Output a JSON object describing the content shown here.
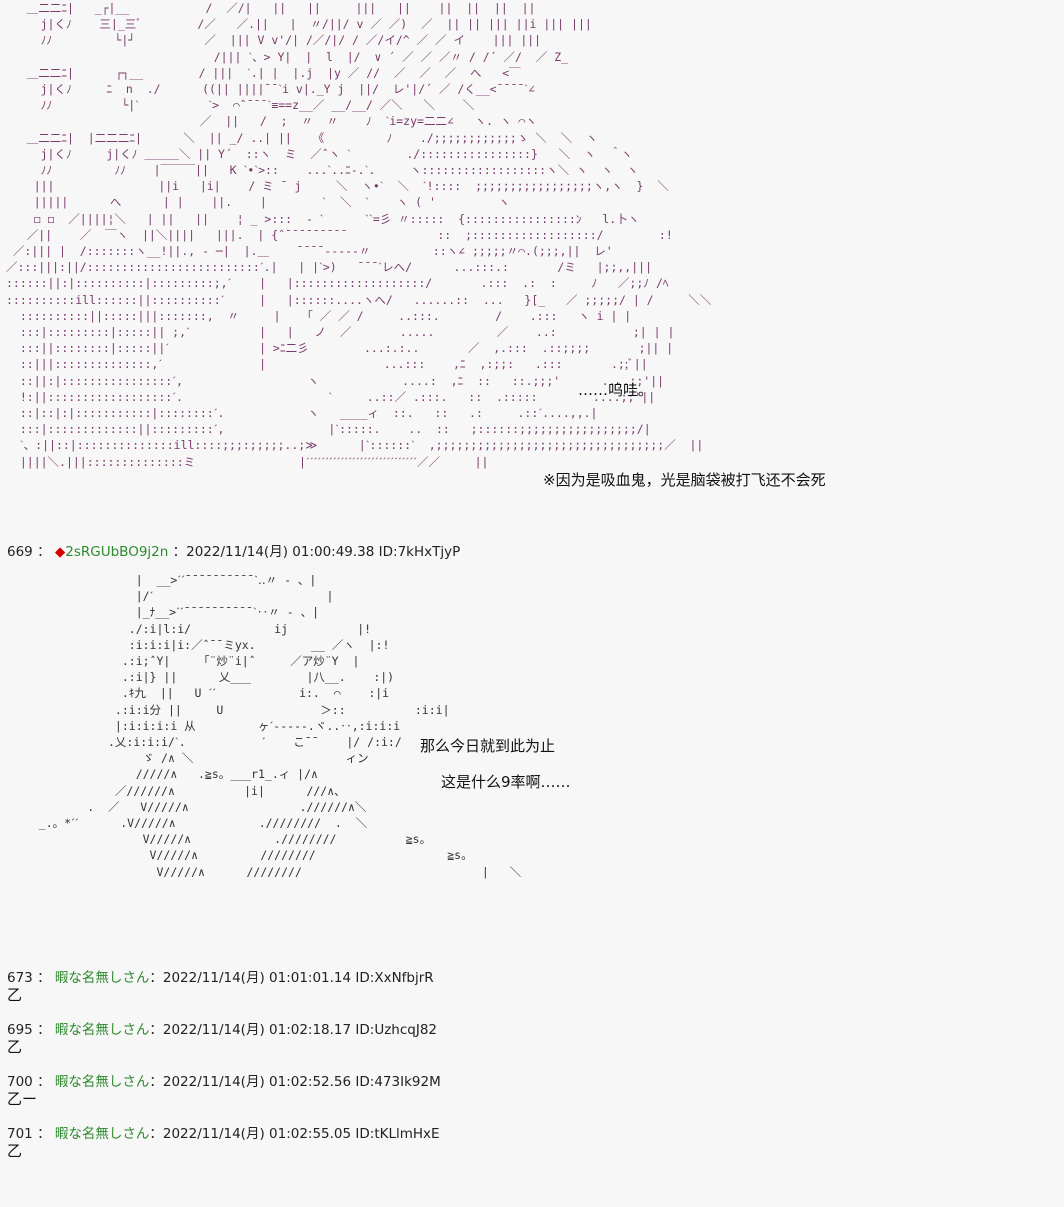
{
  "panel1": {
    "art": "   ＿二二ﾆ|   _┌|__           /  ／/|   ||   ||     |||   ||    ||  ||  ||  ||\n     j|くﾉ    三|_三ﾞ        /／   ／.||   |  〃/||/ v ／ ／)  ／  || || ||| ||i ||| |||\n     ﾉﾉ         └|┘          ／  ||| V v'/| /／/|/ / ／/イ/^ ／ ／ イ    ||| |||\n                              /||| ˋ、> Y|  |  l  |/  ∨ ´ ／ ／ ／〃 / /´ ／/  ／ Z_\n   ＿二二ﾆ|      ┌┐__        / |||  ˋ.| |  |.j  |y ／ //  ／  ／  ／  へ   <￣\n     j|くﾉ     ﾆ  n  ./      ((|| ||||¯¯ˋi v|._Y j  ||/  レ'|/´ ／ /く__<¯¯¯¯ˋ∠\n     ﾉﾉ          └|ˋ          ˋ>  ⌒ˆ¯¯¯ˋ≡==z__／ __/__/ ／＼   ＼    ＼\n                            ／  ||   /  ;  〃  〃    ﾉ  ˋi=zy=二二∠   ヽ. ヽ ⌒ヽ\n   ＿二二ﾆ|  |二二二ﾆ|      ＼  || _/ ..| ||   《         ﾉ    ./;;;;;;;;;;;;ゝ ＼  ＼  ヽ\n     j|くﾉ     j|くﾉ ＿＿＿＼ || Y´  ::ヽ  ミ  ／ˆヽ ˋ        ./::::::::::::::::}   ＼  ヽ  ＾ヽ\n     ﾉﾉ         ﾉﾉ    |￣￣￣||   K ˋ•ˋ>::    ...ˋ..ﾆ-.ˋ.     ヽ::::::::::::::::::ヽ＼ ヽ  ヽ  ヽ\n    |||               ||i   |i|    / ミ ˉ j     ＼  ヽ•ˋ  ＼  ˋ!::::  ;;;;;;;;;;;;;;;;;ヽ,ヽ  }  ＼\n    |||||      へ      | |    ||.    |        ˋ  ＼  ˋ    ヽ ( '         ヽ\n    ◻ ◻  ／||||¦＼   | ||   ||    ¦ _ >:::  ‐ ˋ      ˋˋ=彡 〃:::::  {::::::::::::::::ﾝ   l.卜ヽ\n   ／||    ／  ￣ヽ  ||＼||||   |||.  | {ˆ¯¯¯¯¯¯¯¯¯             ::  ;::::::::::::::::::/        :!\n ／:||| |  /:::::::ヽ__!||., ‐ ─|  |.＿    ̄ ̄ ̄ ̄ ‐‐‐‐‐〃         ::ヽ∠ ;;;;;〃⌒.(;;;,||  レ'\n／:::|||:||/:::::::::::::::::::::::::ˊ.|   | |ˋ>)   ¯¯¯ˋレへ/      ...:::.:       /ミ   |;;,,|||\n::::::||:|::::::::::|:::::::::;,ˊ    |   |:::::::::::::::::::/       .:::  .:  :     ﾉ   ／;;ﾉ /ﾍ\n::::::::::ill::::::||::::::::::ˊ     |   |::::::....ヽへ/   ......::  ...   }[_   ／ ;;;;;/ | /     ＼＼\n  ::::::::::||:::::|||:::::::,  〃     |   「 ／ ／ /     ..:::.        /    .:::   ヽ i | |\n  :::|:::::::::|:::::|| ;,ˊ          |   |   ノ  ／       .....         ／    ..:           ;| | |\n  :::||::::::::|:::::||ˊ             | >ﾆ二彡        ...:.:..       ／  ,.:::  .::;;;;       ;|| |\n  ::|||::::::::::::::,ˊ              |                 ...:::    ,ﾆ  ,:;;:   .:::       .;;ﾞ||\n  ::||:|::::::::::::::::ˊ,                  ヽ            ....:  ,ﾆ  ::   ::.;;;'      ....;;'||\n  !:||::::::::::::::::::ˊ.                     ˋ     ..::／ .:::.   ::  .:::::        ....;;'||\n  ::|::|:|:::::::::::|::::::::ˊ.            ヽ   ____ィ  ::.   ::   .:     .::ˊ....,,.|\n  :::|:::::::::::::||:::::::::ˊ,               |ˋ:::::.    ..  ::   ;::::::;;;;;;;;;;;;;;;;;/|\n  ˋ、:||::|::::::::::::::ill::::;;;:;;;;;..;≫      |ˋ::::::ˋ  ,;;;;;;;;;;;;;;;;;;;;;;;;;;;;;;;;;／  ||\n  ||||＼.|||::::::::::::::ミ               |ˊˊˊˊˊˊˊˊˊˊˊˊˊˊˊˊˊˊˊˊˊˊˊˊˊˊˊˊˊ／／     ||",
    "line1": "……呜哇。",
    "line2": "※因为是吸血鬼，光是脑袋被打飞还不会死"
  },
  "post669": {
    "number": "669",
    "separator": "：",
    "diamond": "◆",
    "trip": "2sRGUbBO9j2n",
    "date": "：2022/11/14(月) 01:00:49.38 ID:7kHxTjyP"
  },
  "panel2": {
    "art": "                 |  __>ˊˊ¯¯¯¯¯¯¯¯¯¯ˋ‥〃 ‐ 、|\n                 |/ˊ                         |\n                 |_ﾅ__>ˊˊ¯¯¯¯¯¯¯¯¯¯ˋ‥〃 ‐ 、|\n                ./:i|l:i/            ij          |!\n                :i:i:i|i:／ˆ¯¯ミyx.        __ ／ヽ  |:!\n               .:i;ˆY|    「¨炒¨i|ˆ     ／ア炒¨Y  |\n               .:i|} ||      乂___        |八__.    :|)\n               .ｷ九  ||   U ˊˊ            i:.  ⌒    :|i\n              .:i:i分 ||     U              ＞::          :i:i|\n              |:i:i:i:i 从         ヶˊ‐‐‐‐‐.ヾ..‥,:i:i:i\n             .乂:i:i:i/ˋ.           ˊ    こ¯¯    |/ /:i:/\n                  ゞ /∧ ＼                      ィン\n                 /////∧   .≧s。___r1_.ィ |/∧\n              ／//////∧          |i|      ///∧、\n          .  ／   V/////∧                .//////∧＼\n   _.。*ˊˊ      .V/////∧            .////////  .  ＼\n                  V/////∧            .////////          ≧s。\n                   V/////∧         ////////                   ≧s。\n                    V/////∧      ////////                          |   ＼",
    "line1": "那么今日就到此为止",
    "line2": "这是什么9率啊……"
  },
  "replies": [
    {
      "number": "673",
      "sep": " ：",
      "name": "暇な名無しさん",
      "date": "：2022/11/14(月) 01:01:01.14 ID:XxNfbjrR",
      "body": "乙"
    },
    {
      "number": "695",
      "sep": " ：",
      "name": "暇な名無しさん",
      "date": "：2022/11/14(月) 01:02:18.17 ID:UzhcqJ82",
      "body": "乙"
    },
    {
      "number": "700",
      "sep": " ：",
      "name": "暇な名無しさん",
      "date": "：2022/11/14(月) 01:02:52.56 ID:473Ik92M",
      "body": "乙ー"
    },
    {
      "number": "701",
      "sep": " ：",
      "name": "暇な名無しさん",
      "date": "：2022/11/14(月) 01:02:55.05 ID:tKLlmHxE",
      "body": "乙"
    }
  ]
}
